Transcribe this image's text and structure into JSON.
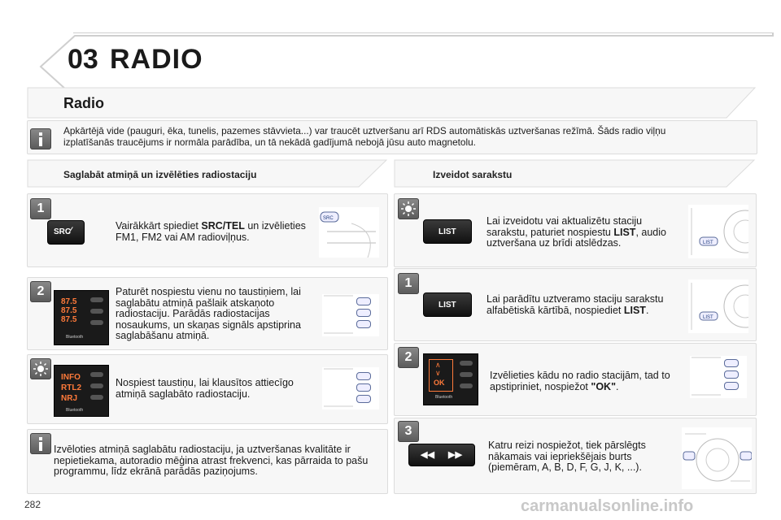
{
  "header": {
    "chapter": "03",
    "title": "RADIO"
  },
  "section_title": "Radio",
  "info_top": "Apkārtējā vide (pauguri, ēka, tunelis, pazemes stāvvieta...) var traucēt uztveršanu arī RDS automātiskās uztveršanas režīmā. Šāds radio viļņu izplatīšanās traucējums ir normāla parādība, un tā nekādā gadījumā nebojā jūsu auto magnetolu.",
  "left": {
    "heading": "Saglabāt atmiņā un izvēlēties radiostaciju",
    "step1": {
      "num": "1",
      "button": "SRC",
      "text_a": "Vairākkārt spiediet ",
      "text_b": "SRC/TEL",
      "text_c": " un izvēlieties FM1, FM2 vai AM radioviļņus."
    },
    "step2": {
      "num": "2",
      "screen": [
        "87.5",
        "87.5",
        "87.5",
        "Bluetooth"
      ],
      "text": "Paturēt nospiestu vienu no taustiņiem, lai saglabātu atmiņā pašlaik atskaņoto radiostaciju. Parādās radiostacijas nosaukums, un skaņas signāls apstiprina saglabāšanu atmiņā."
    },
    "step3": {
      "screen": [
        "INFO",
        "RTL2",
        "NRJ",
        "Bluetooth"
      ],
      "text": "Nospiest taustiņu, lai klausītos attiecīgo atmiņā saglabāto radiostaciju."
    },
    "info_bottom": "Izvēloties atmiņā saglabātu radiostaciju, ja uztveršanas kvalitāte ir nepietiekama, autoradio mēģina atrast frekvenci, kas pārraida to pašu programmu, līdz ekrānā parādās paziņojums."
  },
  "right": {
    "heading": "Izveidot sarakstu",
    "step_a": {
      "button": "LIST",
      "text_a": "Lai izveidotu vai aktualizētu staciju sarakstu, paturiet nospiestu ",
      "text_b": "LIST",
      "text_c": ", audio uztveršana uz brīdi atslēdzas."
    },
    "step1": {
      "num": "1",
      "button": "LIST",
      "text_a": "Lai parādītu uztveramo staciju sarakstu alfabētiskā kārtībā, nospiediet ",
      "text_b": "LIST",
      "text_c": "."
    },
    "step2": {
      "num": "2",
      "screen": [
        "OK",
        "Bluetooth"
      ],
      "text_a": "Izvēlieties kādu no radio stacijām, tad to apstipriniet, nospiežot ",
      "text_b": "\"OK\"",
      "text_c": "."
    },
    "step3": {
      "num": "3",
      "text": "Katru reizi nospiežot, tiek pārslēgts nākamais vai iepriekšējais burts (piemēram, A, B, D, F, G, J, K, ...)."
    }
  },
  "page_number": "282",
  "watermark": "carmanualsonline.info",
  "colors": {
    "accent": "#1f3c7a",
    "panel": "#f7f7f7"
  },
  "icons": {
    "info": "info-icon",
    "tip": "sun-icon"
  }
}
